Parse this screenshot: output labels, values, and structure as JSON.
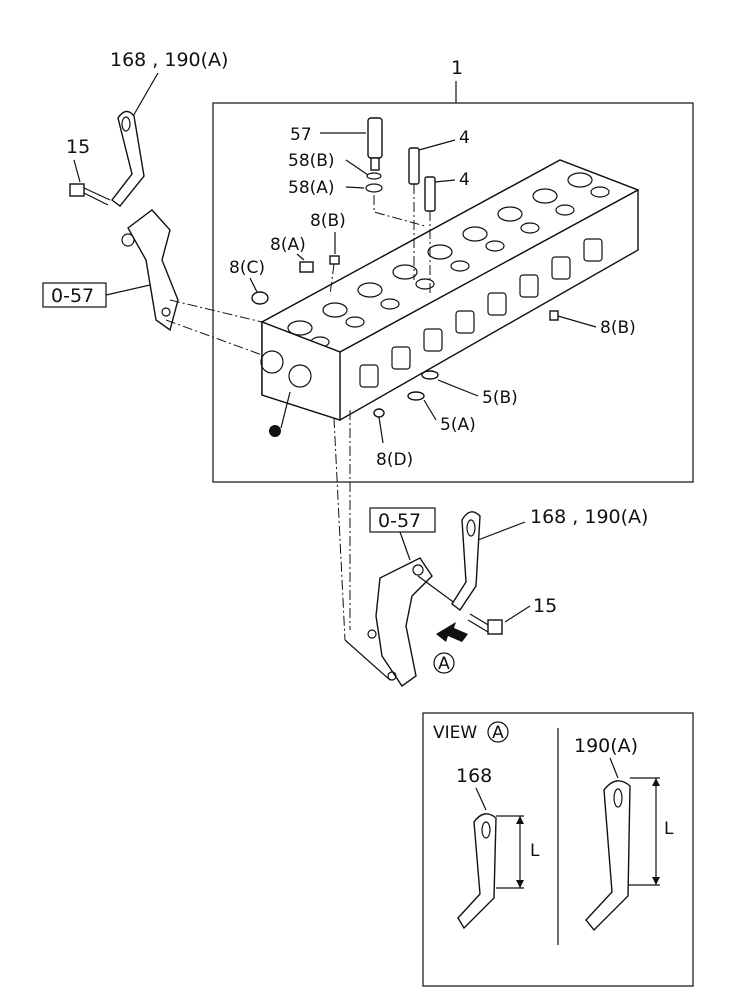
{
  "callouts": {
    "top_left_bracket": "168 , 190(A)",
    "assembly": "1",
    "bolt_left": "15",
    "ref_left": "0-57",
    "p57": "57",
    "p58b": "58(B)",
    "p58a": "58(A)",
    "p4a": "4",
    "p4b": "4",
    "p8b_top": "8(B)",
    "p8a": "8(A)",
    "p8c": "8(C)",
    "p8b_right": "8(B)",
    "p5b": "5(B)",
    "p5a": "5(A)",
    "p8d": "8(D)",
    "ref_bottom": "0-57",
    "bottom_bracket": "168 , 190(A)",
    "bolt_bottom": "15",
    "view_marker": "A"
  },
  "view_box": {
    "title": "VIEW",
    "title_marker": "A",
    "left_part": "168",
    "right_part": "190(A)",
    "dim_left": "L",
    "dim_right": "L"
  }
}
